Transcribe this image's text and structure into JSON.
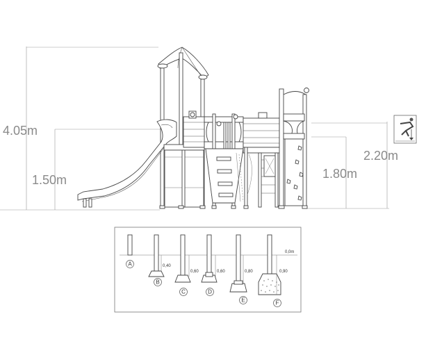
{
  "dimensions": {
    "overall_height": "4.05m",
    "slide_platform_height": "1.50m",
    "right_platform_height": "1.80m",
    "right_total_height": "2.20m"
  },
  "foundations": {
    "depth_label": "0,0m",
    "types": [
      {
        "id": "A",
        "depth": ""
      },
      {
        "id": "B",
        "depth": "0,40"
      },
      {
        "id": "C",
        "depth": "0,60"
      },
      {
        "id": "D",
        "depth": "0,60"
      },
      {
        "id": "E",
        "depth": "0,80"
      },
      {
        "id": "F",
        "depth": "0,90"
      }
    ]
  },
  "icons": [
    "child-fall-height-icon"
  ]
}
